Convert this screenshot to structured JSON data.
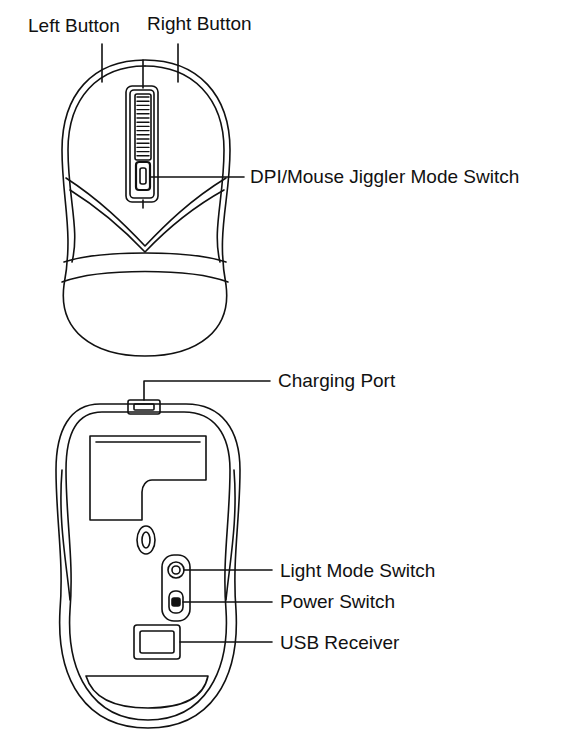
{
  "diagram": {
    "labels": [
      "Left Button",
      "Right Button",
      "DPI/Mouse Jiggler Mode Switch",
      "Charging Port",
      "Light Mode Switch",
      "Power Switch",
      "USB Receiver"
    ]
  }
}
